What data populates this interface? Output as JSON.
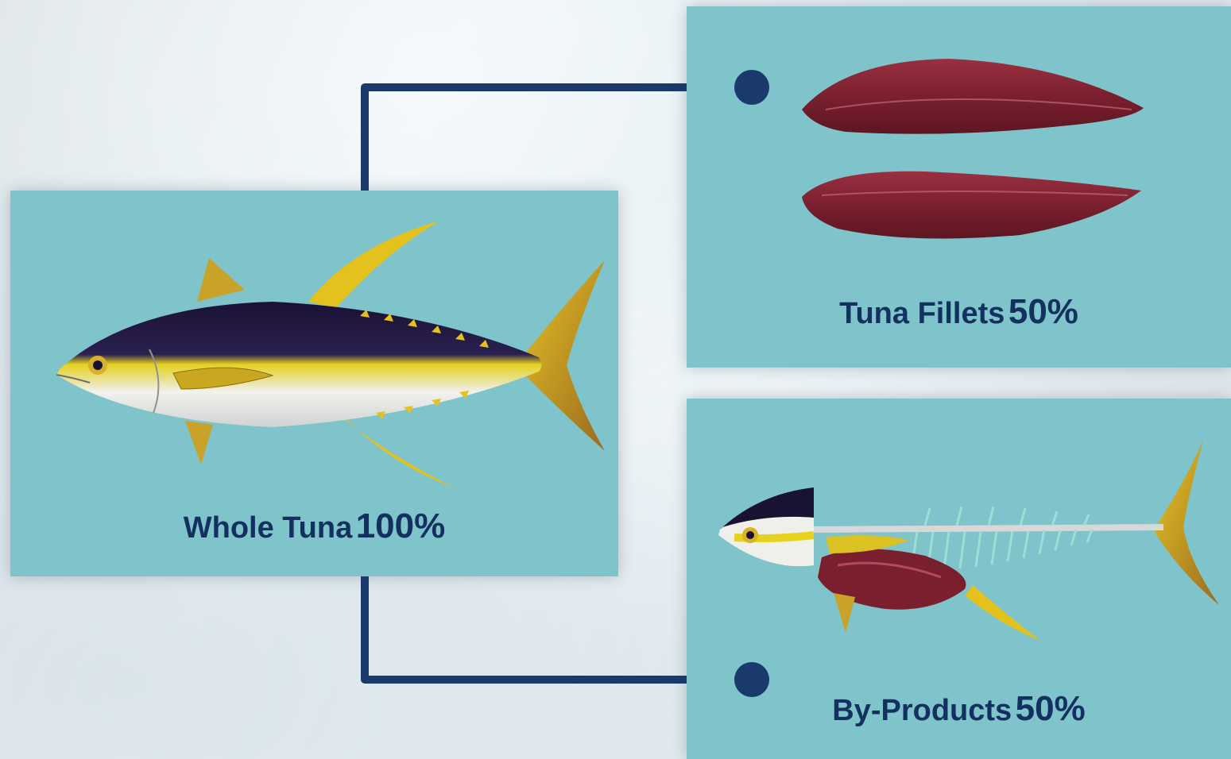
{
  "nodes": {
    "whole": {
      "name": "Whole Tuna",
      "percent": "100%"
    },
    "fillets": {
      "name": "Tuna Fillets",
      "percent": "50%"
    },
    "byproducts": {
      "name": "By-Products",
      "percent": "50%"
    }
  },
  "colors": {
    "panel": "#7fc3cb",
    "connector": "#1a3a6c",
    "label": "#13315f",
    "fillet": "#8a2535",
    "tuna_back": "#1a1233",
    "tuna_yellow": "#e6c820",
    "fin": "#b8862a"
  },
  "icons": {
    "whole": "yellowfin-tuna-illustration",
    "fillets": "tuna-fillets-illustration",
    "byproducts": "tuna-skeleton-illustration"
  }
}
